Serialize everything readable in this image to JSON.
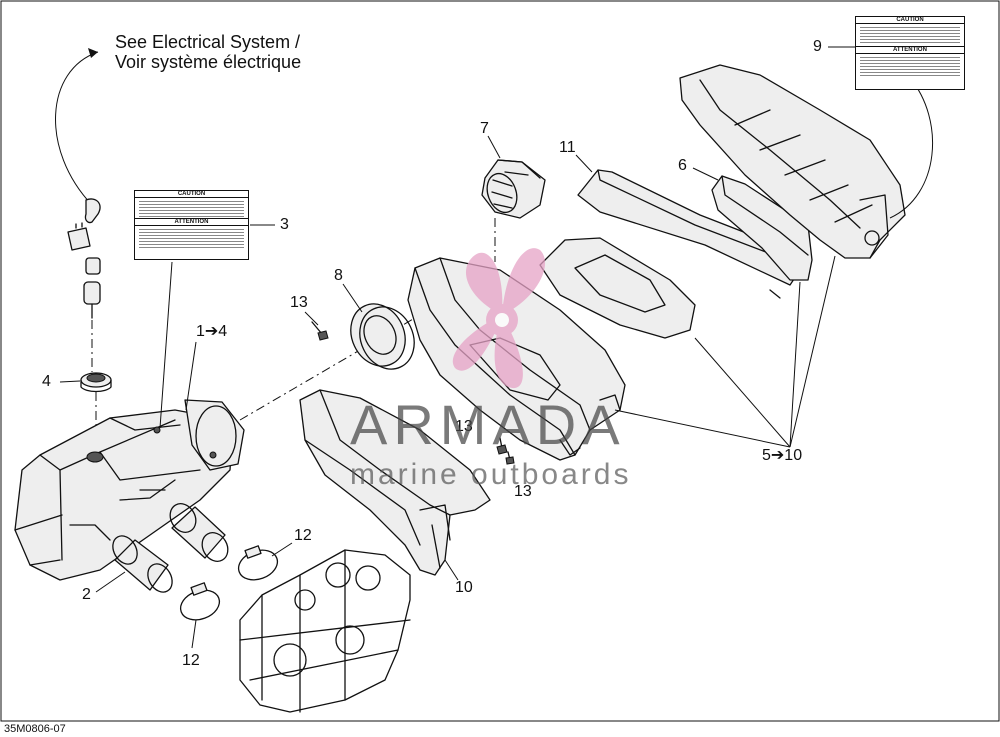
{
  "reference_note": [
    "See Electrical System /",
    "Voir système électrique"
  ],
  "drawing_code": "35M0806-07",
  "callouts": {
    "c1_4": "1➔4",
    "c2": "2",
    "c3": "3",
    "c4": "4",
    "c5_10": "5➔10",
    "c6": "6",
    "c7": "7",
    "c8": "8",
    "c9": "9",
    "c10": "10",
    "c11": "11",
    "c12a": "12",
    "c12b": "12",
    "c13a": "13",
    "c13b": "13",
    "c13c": "13"
  },
  "decals": {
    "decal3": {
      "caution": "CAUTION",
      "attention": "ATTENTION"
    },
    "decal9": {
      "caution": "CAUTION",
      "attention": "ATTENTION"
    }
  },
  "watermark": {
    "title": "ARMADA",
    "subtitle": "marine outboards",
    "colors": {
      "logo": "#e6a3c6",
      "text": "#4a4a4a"
    }
  }
}
